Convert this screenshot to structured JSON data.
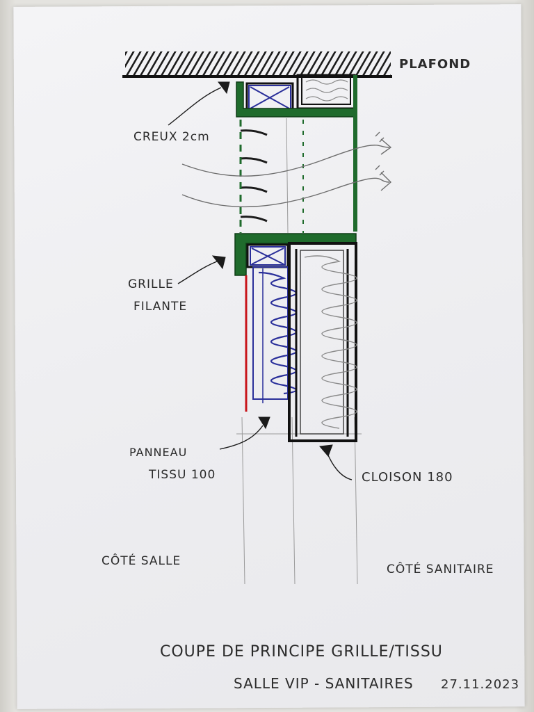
{
  "labels": {
    "plafond": "PLAFOND",
    "creux": "CREUX 2cm",
    "grille_line1": "GRILLE",
    "grille_line2": "FILANTE",
    "panneau_line1": "PANNEAU",
    "panneau_line2": "TISSU 100",
    "cloison": "CLOISON 180",
    "cote_salle": "CÔTÉ SALLE",
    "cote_sanitaire": "CÔTÉ SANITAIRE",
    "title": "COUPE DE PRINCIPE GRILLE/TISSU",
    "subtitle": "SALLE VIP - SANITAIRES",
    "date": "27.11.2023"
  },
  "colors": {
    "ink": "#1b1b1b",
    "pencil": "#8a8a8a",
    "green": "#1f6b2c",
    "blue": "#2a2f9a",
    "red": "#c8141a",
    "paper": "#f1f1f3"
  }
}
